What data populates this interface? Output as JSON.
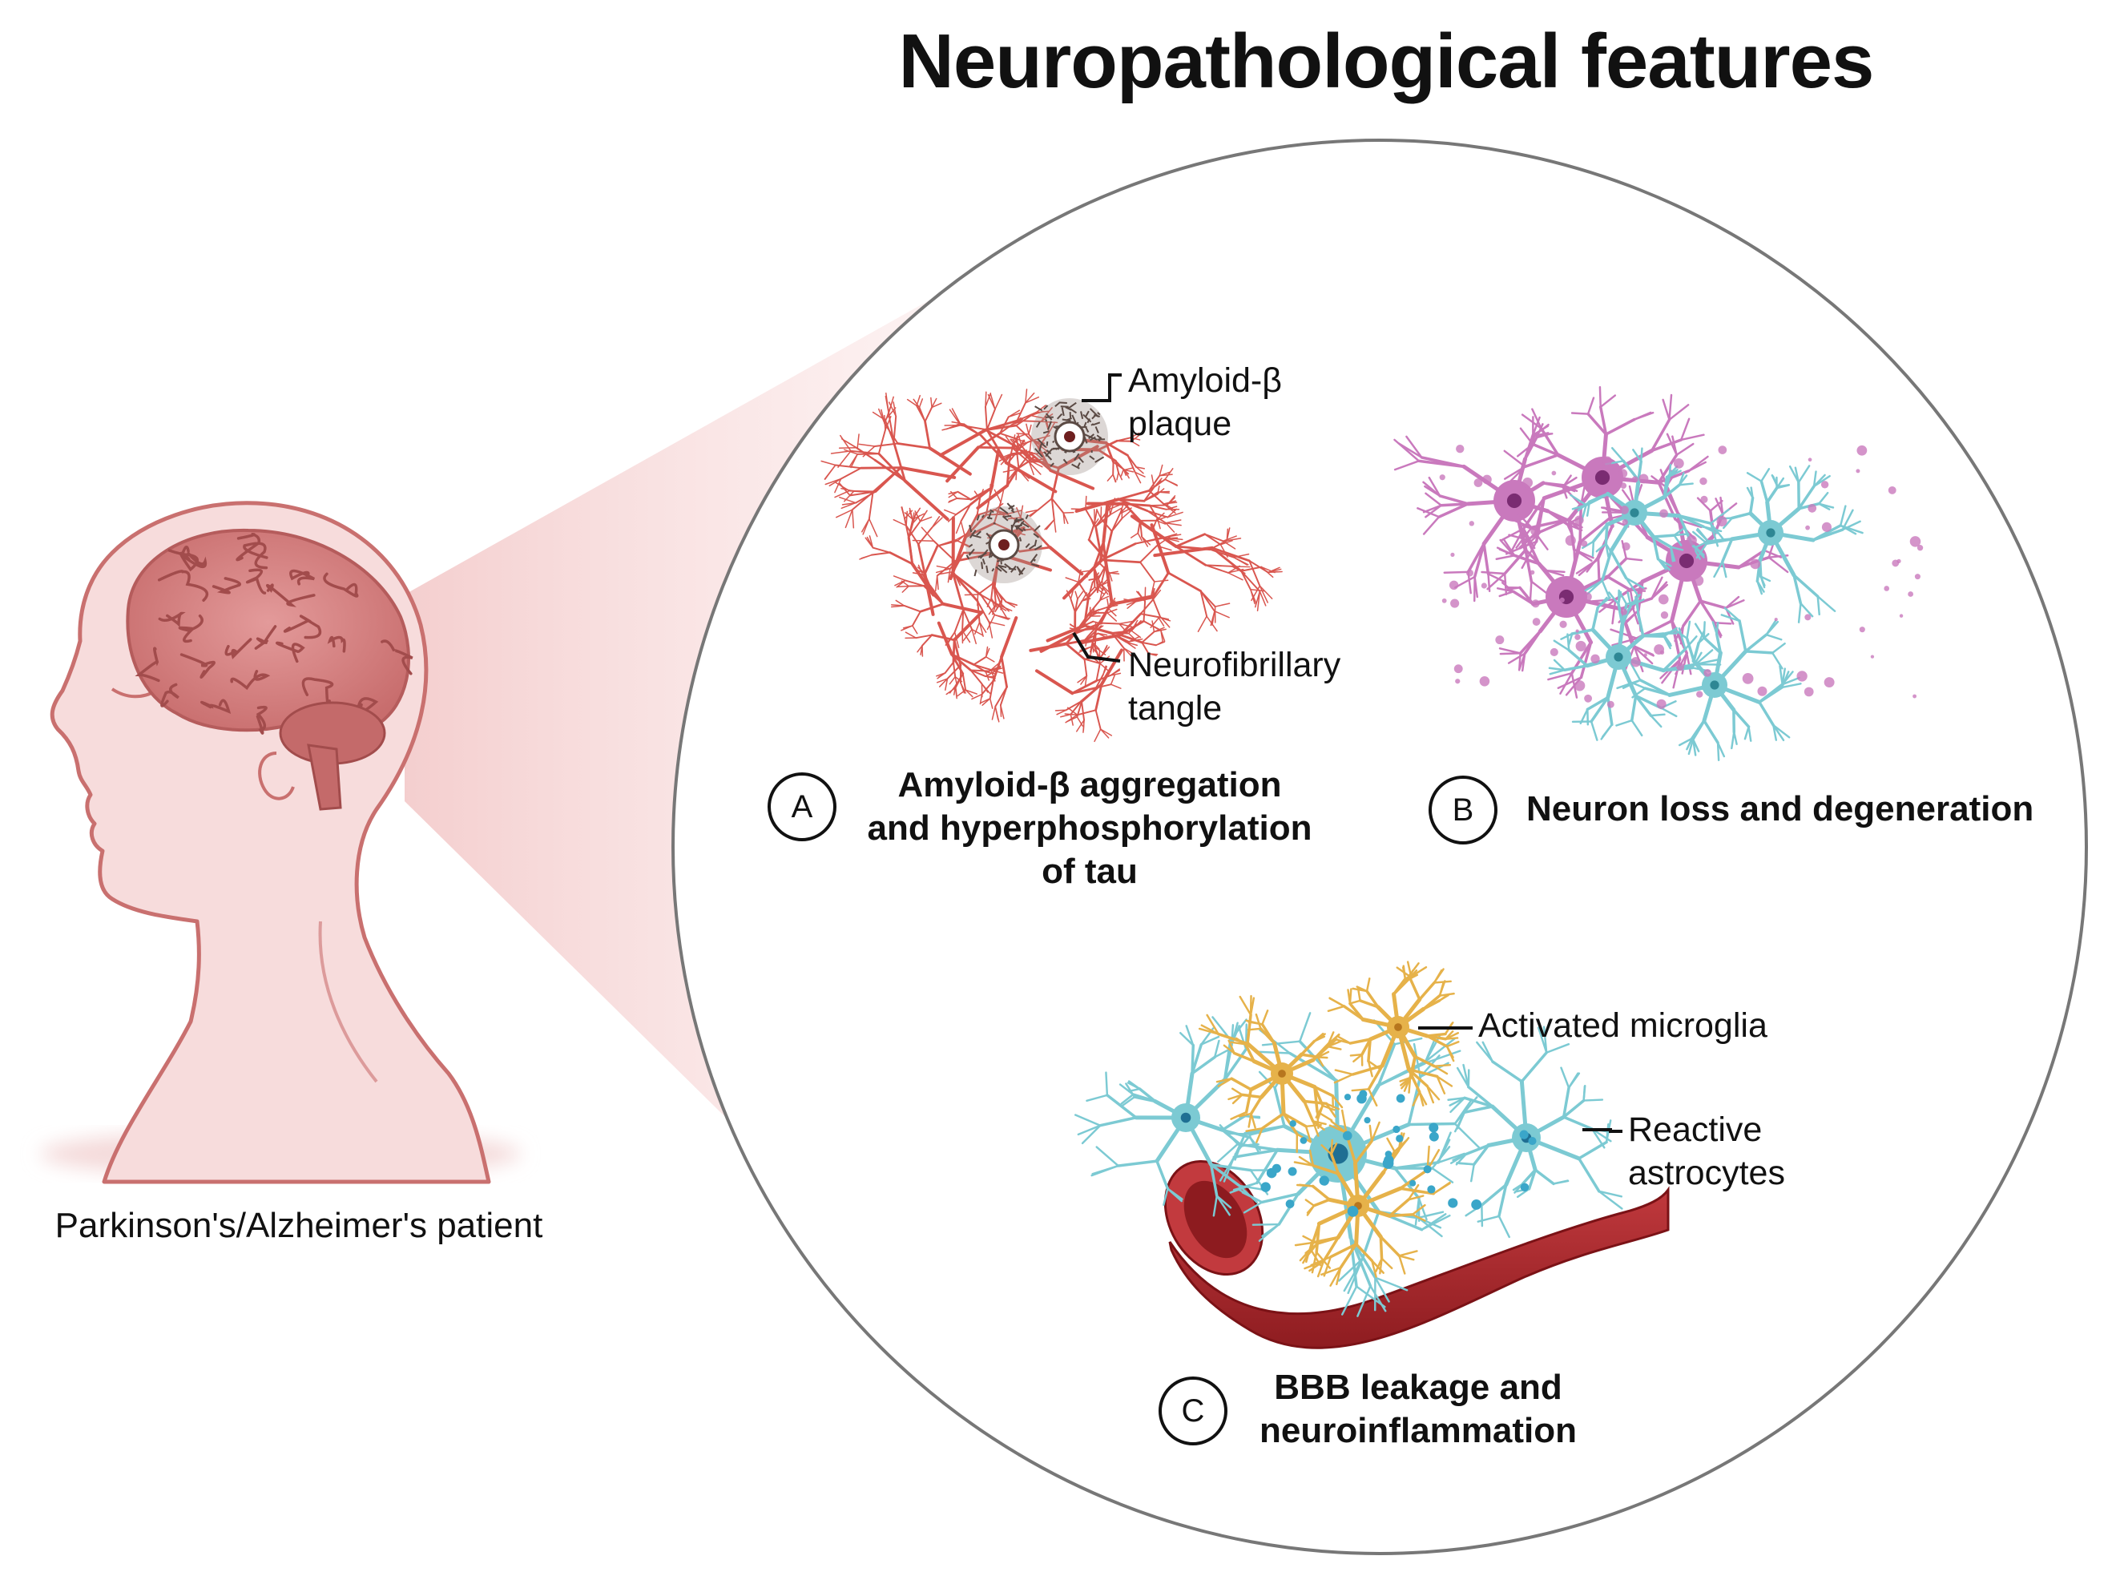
{
  "title": "Neuropathological features",
  "patient": {
    "caption": "Parkinson's/Alzheimer's patient"
  },
  "panels": [
    {
      "letter": "A",
      "heading": [
        "Amyloid-β aggregation",
        "and hyperphosphorylation",
        "of tau"
      ],
      "labels": {
        "plaque": [
          "Amyloid-β",
          "plaque"
        ],
        "tangle": [
          "Neurofibrillary",
          "tangle"
        ]
      },
      "colors": {
        "tangle": "#d9564f",
        "plaque": "#5b4a44"
      }
    },
    {
      "letter": "B",
      "heading": [
        "Neuron loss and degeneration"
      ],
      "colors": {
        "neuron": "#c979bd",
        "astrocyte": "#7ccad3"
      }
    },
    {
      "letter": "C",
      "heading": [
        "BBB leakage and",
        "neuroinflammation"
      ],
      "labels": {
        "microglia": [
          "Activated microglia"
        ],
        "astrocytes": [
          "Reactive",
          "astrocytes"
        ]
      },
      "colors": {
        "vessel": "#a9262a",
        "microglia": "#e6b24a",
        "astrocyte": "#7ccad3"
      }
    }
  ],
  "colors": {
    "brain": "#d27f80",
    "skin": "#f7dcdc",
    "outline": "#c9706f",
    "circle": "#777777"
  }
}
